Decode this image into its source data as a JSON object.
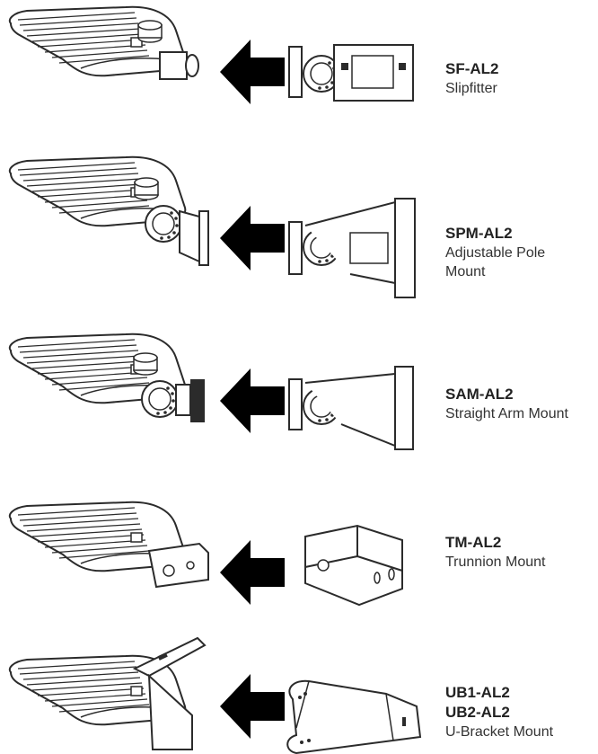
{
  "mounts": [
    {
      "codes": [
        "SF-AL2"
      ],
      "desc_lines": [
        "Slipfitter"
      ]
    },
    {
      "codes": [
        "SPM-AL2"
      ],
      "desc_lines": [
        "Adjustable Pole",
        "Mount"
      ]
    },
    {
      "codes": [
        "SAM-AL2"
      ],
      "desc_lines": [
        "Straight Arm Mount"
      ]
    },
    {
      "codes": [
        "TM-AL2"
      ],
      "desc_lines": [
        "Trunnion Mount"
      ]
    },
    {
      "codes": [
        "UB1-AL2",
        "UB2-AL2"
      ],
      "desc_lines": [
        "U-Bracket Mount"
      ]
    }
  ],
  "colors": {
    "line": "#2b2b2b",
    "arrow": "#000000",
    "fill": "#ffffff"
  }
}
